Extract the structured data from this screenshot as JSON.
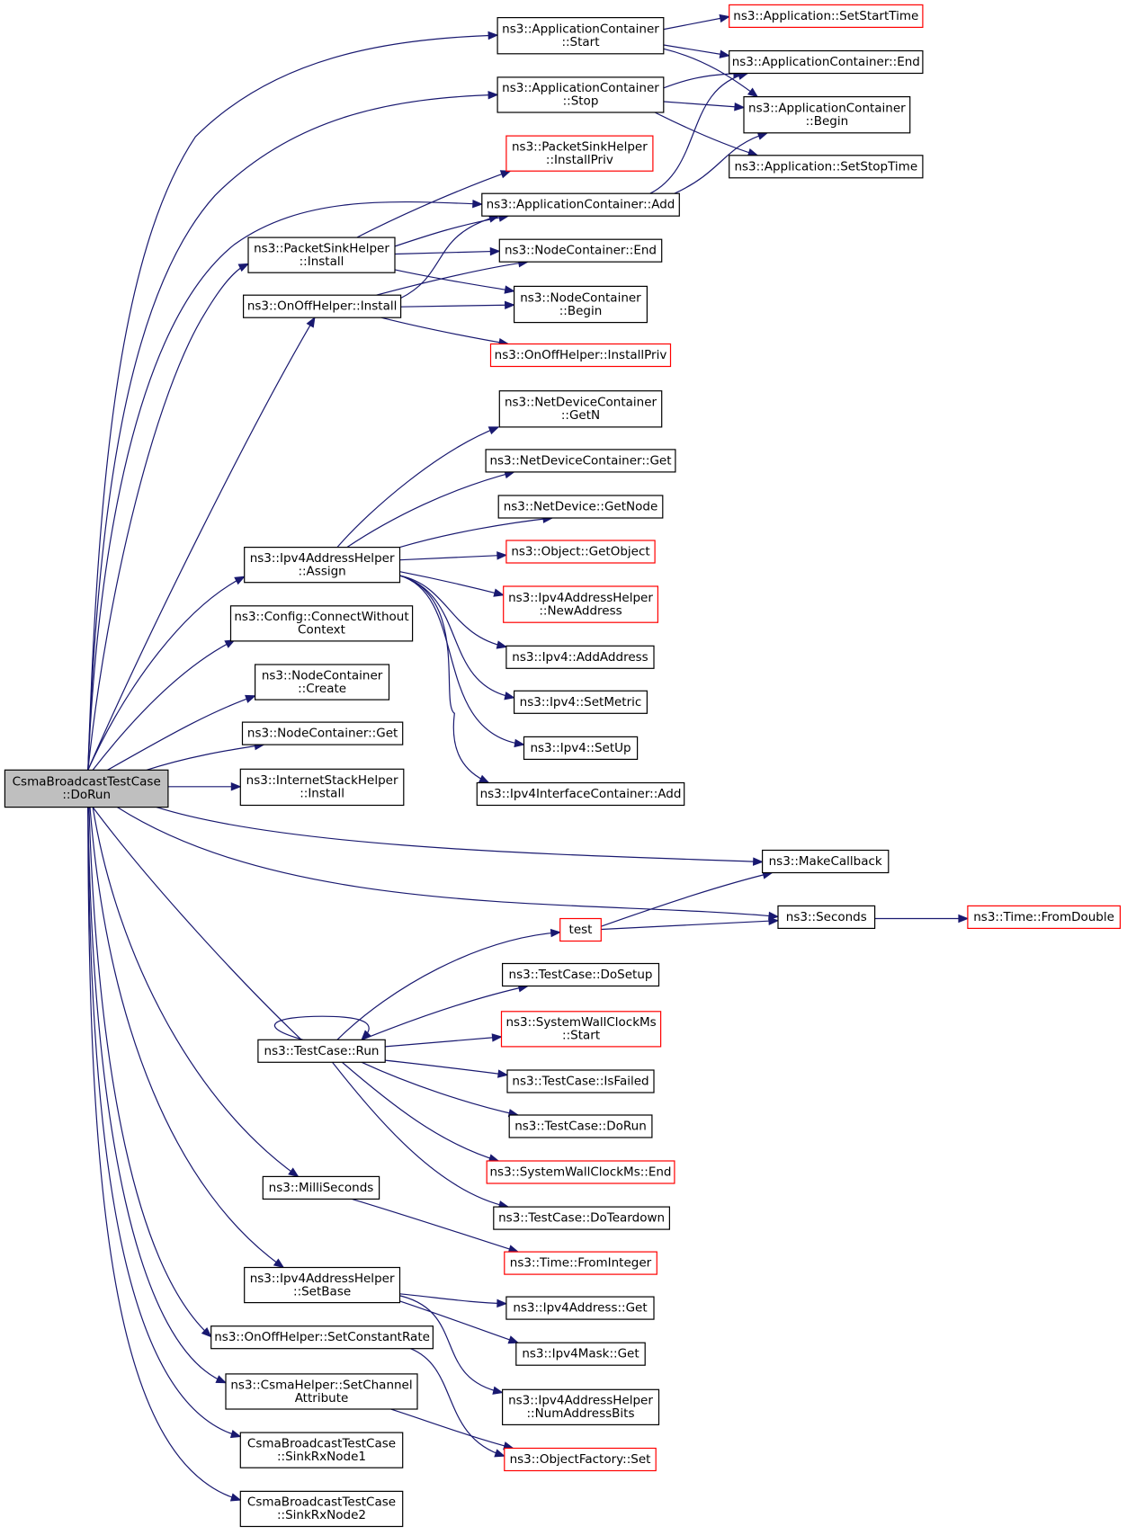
{
  "nodes": [
    {
      "id": "root",
      "lines": [
        "CsmaBroadcastTestCase",
        "::DoRun"
      ],
      "style": "root"
    },
    {
      "id": "appStart",
      "lines": [
        "ns3::ApplicationContainer",
        "::Start"
      ],
      "style": "normal"
    },
    {
      "id": "appSetStart",
      "lines": [
        "ns3::Application::SetStartTime"
      ],
      "style": "red"
    },
    {
      "id": "appStop",
      "lines": [
        "ns3::ApplicationContainer",
        "::Stop"
      ],
      "style": "normal"
    },
    {
      "id": "appEnd",
      "lines": [
        "ns3::ApplicationContainer::End"
      ],
      "style": "normal"
    },
    {
      "id": "appBegin",
      "lines": [
        "ns3::ApplicationContainer",
        "::Begin"
      ],
      "style": "normal"
    },
    {
      "id": "appSetStop",
      "lines": [
        "ns3::Application::SetStopTime"
      ],
      "style": "normal"
    },
    {
      "id": "psInstallPriv",
      "lines": [
        "ns3::PacketSinkHelper",
        "::InstallPriv"
      ],
      "style": "red"
    },
    {
      "id": "appAdd",
      "lines": [
        "ns3::ApplicationContainer::Add"
      ],
      "style": "normal"
    },
    {
      "id": "psInstall",
      "lines": [
        "ns3::PacketSinkHelper",
        "::Install"
      ],
      "style": "normal"
    },
    {
      "id": "ncEnd",
      "lines": [
        "ns3::NodeContainer::End"
      ],
      "style": "normal"
    },
    {
      "id": "ooInstall",
      "lines": [
        "ns3::OnOffHelper::Install"
      ],
      "style": "normal"
    },
    {
      "id": "ncBegin",
      "lines": [
        "ns3::NodeContainer",
        "::Begin"
      ],
      "style": "normal"
    },
    {
      "id": "ooInstallPriv",
      "lines": [
        "ns3::OnOffHelper::InstallPriv"
      ],
      "style": "red"
    },
    {
      "id": "ndcGetN",
      "lines": [
        "ns3::NetDeviceContainer",
        "::GetN"
      ],
      "style": "normal"
    },
    {
      "id": "ndcGet",
      "lines": [
        "ns3::NetDeviceContainer::Get"
      ],
      "style": "normal"
    },
    {
      "id": "ndGetNode",
      "lines": [
        "ns3::NetDevice::GetNode"
      ],
      "style": "normal"
    },
    {
      "id": "objGetObject",
      "lines": [
        "ns3::Object::GetObject"
      ],
      "style": "red"
    },
    {
      "id": "ipv4Assign",
      "lines": [
        "ns3::Ipv4AddressHelper",
        "::Assign"
      ],
      "style": "normal"
    },
    {
      "id": "ipv4NewAddr",
      "lines": [
        "ns3::Ipv4AddressHelper",
        "::NewAddress"
      ],
      "style": "red"
    },
    {
      "id": "cfgConnect",
      "lines": [
        "ns3::Config::ConnectWithout",
        "Context"
      ],
      "style": "normal"
    },
    {
      "id": "ipv4AddAddr",
      "lines": [
        "ns3::Ipv4::AddAddress"
      ],
      "style": "normal"
    },
    {
      "id": "ncCreate",
      "lines": [
        "ns3::NodeContainer",
        "::Create"
      ],
      "style": "normal"
    },
    {
      "id": "ipv4SetMetric",
      "lines": [
        "ns3::Ipv4::SetMetric"
      ],
      "style": "normal"
    },
    {
      "id": "ncGet",
      "lines": [
        "ns3::NodeContainer::Get"
      ],
      "style": "normal"
    },
    {
      "id": "ipv4SetUp",
      "lines": [
        "ns3::Ipv4::SetUp"
      ],
      "style": "normal"
    },
    {
      "id": "ishInstall",
      "lines": [
        "ns3::InternetStackHelper",
        "::Install"
      ],
      "style": "normal"
    },
    {
      "id": "ipv4IcAdd",
      "lines": [
        "ns3::Ipv4InterfaceContainer::Add"
      ],
      "style": "normal"
    },
    {
      "id": "makeCallback",
      "lines": [
        "ns3::MakeCallback"
      ],
      "style": "normal"
    },
    {
      "id": "seconds",
      "lines": [
        "ns3::Seconds"
      ],
      "style": "normal"
    },
    {
      "id": "timeFromDouble",
      "lines": [
        "ns3::Time::FromDouble"
      ],
      "style": "red"
    },
    {
      "id": "test",
      "lines": [
        "test"
      ],
      "style": "red"
    },
    {
      "id": "tcDoSetup",
      "lines": [
        "ns3::TestCase::DoSetup"
      ],
      "style": "normal"
    },
    {
      "id": "swcStart",
      "lines": [
        "ns3::SystemWallClockMs",
        "::Start"
      ],
      "style": "red"
    },
    {
      "id": "tcRun",
      "lines": [
        "ns3::TestCase::Run"
      ],
      "style": "normal"
    },
    {
      "id": "tcIsFailed",
      "lines": [
        "ns3::TestCase::IsFailed"
      ],
      "style": "normal"
    },
    {
      "id": "tcDoRun",
      "lines": [
        "ns3::TestCase::DoRun"
      ],
      "style": "normal"
    },
    {
      "id": "swcEnd",
      "lines": [
        "ns3::SystemWallClockMs::End"
      ],
      "style": "red"
    },
    {
      "id": "milliSeconds",
      "lines": [
        "ns3::MilliSeconds"
      ],
      "style": "normal"
    },
    {
      "id": "tcDoTeardown",
      "lines": [
        "ns3::TestCase::DoTeardown"
      ],
      "style": "normal"
    },
    {
      "id": "timeFromInteger",
      "lines": [
        "ns3::Time::FromInteger"
      ],
      "style": "red"
    },
    {
      "id": "ipv4SetBase",
      "lines": [
        "ns3::Ipv4AddressHelper",
        "::SetBase"
      ],
      "style": "normal"
    },
    {
      "id": "ipv4AddrGet",
      "lines": [
        "ns3::Ipv4Address::Get"
      ],
      "style": "normal"
    },
    {
      "id": "ooSetConstRate",
      "lines": [
        "ns3::OnOffHelper::SetConstantRate"
      ],
      "style": "normal"
    },
    {
      "id": "ipv4MaskGet",
      "lines": [
        "ns3::Ipv4Mask::Get"
      ],
      "style": "normal"
    },
    {
      "id": "csmaSetChanAttr",
      "lines": [
        "ns3::CsmaHelper::SetChannel",
        "Attribute"
      ],
      "style": "normal"
    },
    {
      "id": "ipv4NumAddrBits",
      "lines": [
        "ns3::Ipv4AddressHelper",
        "::NumAddressBits"
      ],
      "style": "normal"
    },
    {
      "id": "sinkRx1",
      "lines": [
        "CsmaBroadcastTestCase",
        "::SinkRxNode1"
      ],
      "style": "normal"
    },
    {
      "id": "objFactorySet",
      "lines": [
        "ns3::ObjectFactory::Set"
      ],
      "style": "red"
    },
    {
      "id": "sinkRx2",
      "lines": [
        "CsmaBroadcastTestCase",
        "::SinkRxNode2"
      ],
      "style": "normal"
    }
  ],
  "edges": [
    [
      "root",
      "appStart"
    ],
    [
      "root",
      "appStop"
    ],
    [
      "root",
      "appAdd"
    ],
    [
      "root",
      "psInstall"
    ],
    [
      "root",
      "ooInstall"
    ],
    [
      "root",
      "ipv4Assign"
    ],
    [
      "root",
      "cfgConnect"
    ],
    [
      "root",
      "ncCreate"
    ],
    [
      "root",
      "ncGet"
    ],
    [
      "root",
      "ishInstall"
    ],
    [
      "root",
      "makeCallback"
    ],
    [
      "root",
      "seconds"
    ],
    [
      "root",
      "tcRun"
    ],
    [
      "root",
      "milliSeconds"
    ],
    [
      "root",
      "ipv4SetBase"
    ],
    [
      "root",
      "ooSetConstRate"
    ],
    [
      "root",
      "csmaSetChanAttr"
    ],
    [
      "root",
      "sinkRx1"
    ],
    [
      "root",
      "sinkRx2"
    ],
    [
      "appStart",
      "appSetStart"
    ],
    [
      "appStart",
      "appEnd"
    ],
    [
      "appStart",
      "appBegin"
    ],
    [
      "appStop",
      "appEnd"
    ],
    [
      "appStop",
      "appBegin"
    ],
    [
      "appStop",
      "appSetStop"
    ],
    [
      "appAdd",
      "appEnd"
    ],
    [
      "appAdd",
      "appBegin"
    ],
    [
      "psInstall",
      "psInstallPriv"
    ],
    [
      "psInstall",
      "appAdd"
    ],
    [
      "psInstall",
      "ncEnd"
    ],
    [
      "psInstall",
      "ncBegin"
    ],
    [
      "ooInstall",
      "appAdd"
    ],
    [
      "ooInstall",
      "ncEnd"
    ],
    [
      "ooInstall",
      "ncBegin"
    ],
    [
      "ooInstall",
      "ooInstallPriv"
    ],
    [
      "ipv4Assign",
      "ndcGetN"
    ],
    [
      "ipv4Assign",
      "ndcGet"
    ],
    [
      "ipv4Assign",
      "ndGetNode"
    ],
    [
      "ipv4Assign",
      "objGetObject"
    ],
    [
      "ipv4Assign",
      "ipv4NewAddr"
    ],
    [
      "ipv4Assign",
      "ipv4AddAddr"
    ],
    [
      "ipv4Assign",
      "ipv4SetMetric"
    ],
    [
      "ipv4Assign",
      "ipv4SetUp"
    ],
    [
      "ipv4Assign",
      "ipv4IcAdd"
    ],
    [
      "seconds",
      "timeFromDouble"
    ],
    [
      "test",
      "makeCallback"
    ],
    [
      "test",
      "seconds"
    ],
    [
      "tcRun",
      "test"
    ],
    [
      "tcRun",
      "tcDoSetup"
    ],
    [
      "tcRun",
      "swcStart"
    ],
    [
      "tcRun",
      "tcIsFailed"
    ],
    [
      "tcRun",
      "tcDoRun"
    ],
    [
      "tcRun",
      "swcEnd"
    ],
    [
      "tcRun",
      "tcDoTeardown"
    ],
    [
      "tcRun",
      "tcRun"
    ],
    [
      "milliSeconds",
      "timeFromInteger"
    ],
    [
      "ipv4SetBase",
      "ipv4AddrGet"
    ],
    [
      "ipv4SetBase",
      "ipv4MaskGet"
    ],
    [
      "ipv4SetBase",
      "ipv4NumAddrBits"
    ],
    [
      "ooSetConstRate",
      "objFactorySet"
    ],
    [
      "csmaSetChanAttr",
      "objFactorySet"
    ]
  ]
}
